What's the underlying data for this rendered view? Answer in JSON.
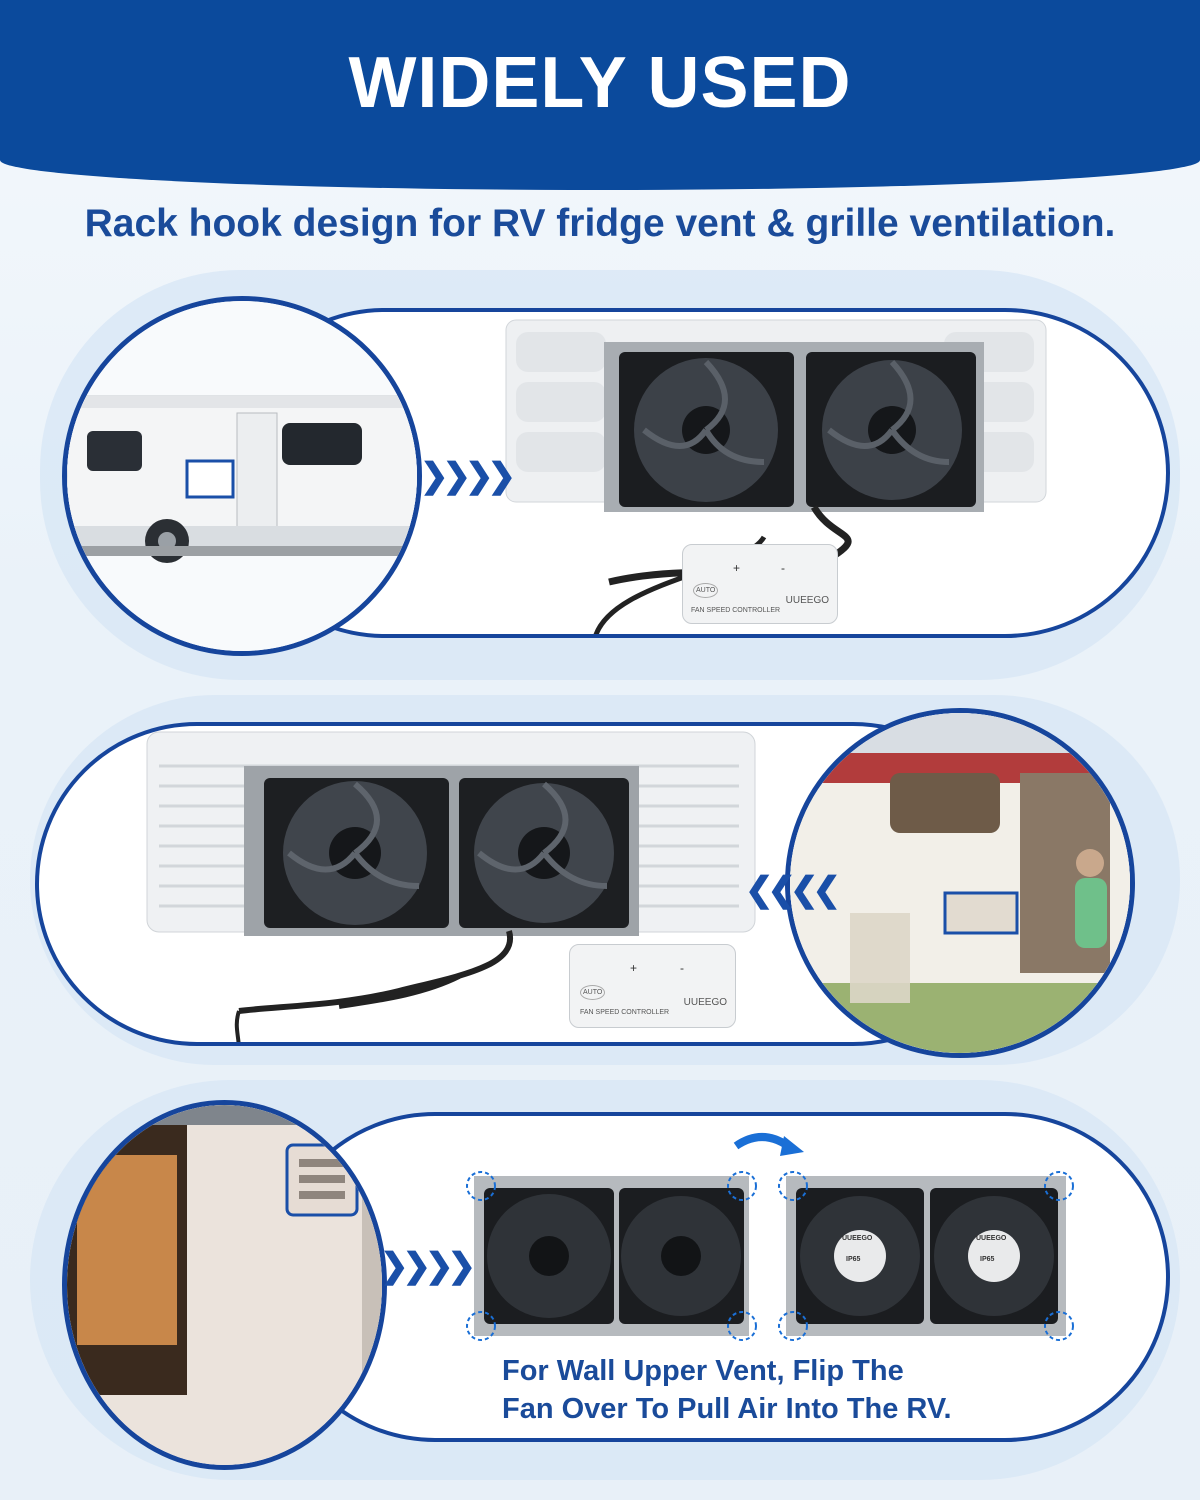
{
  "header": {
    "title": "WIDELY USED"
  },
  "subtitle": "Rack hook design for RV fridge vent & grille ventilation.",
  "panels": [
    {
      "scene": "rv-exterior-with-fridge-vent",
      "product": "dual-fan-unit-mounted-on-white-vent-grille",
      "controller": {
        "brand": "UUEEGO",
        "label": "FAN SPEED CONTROLLER",
        "buttons": [
          "AUTO",
          "+",
          "-"
        ]
      },
      "arrow_direction": "right"
    },
    {
      "scene": "rv-side-wall-vent-with-person",
      "product": "dual-fan-unit-mounted-on-white-vent-grille",
      "controller": {
        "brand": "UUEEGO",
        "label": "FAN SPEED CONTROLLER",
        "buttons": [
          "AUTO",
          "+",
          "-"
        ]
      },
      "arrow_direction": "left"
    },
    {
      "scene": "rv-wall-upper-vent",
      "product": "dual-fan-front-and-back-view",
      "caption_line1": "For Wall Upper Vent, Flip The",
      "caption_line2": "Fan Over To Pull Air Into The RV.",
      "fan_label_brand": "UUEEGO",
      "fan_label_rating": "IP65",
      "arrow_direction": "right"
    }
  ],
  "colors": {
    "brand_blue": "#0b4a9c",
    "text_blue": "#1a4b9a",
    "outline_blue": "#16459c"
  }
}
